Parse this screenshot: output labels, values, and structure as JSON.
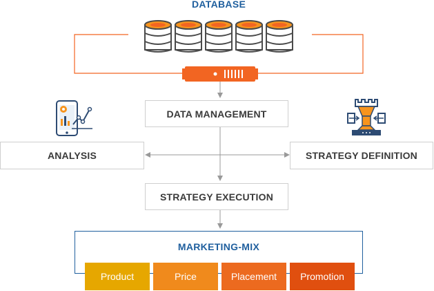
{
  "database": {
    "title": "DATABASE"
  },
  "boxes": {
    "data_management": "DATA MANAGEMENT",
    "analysis": "ANALYSIS",
    "strategy_definition": "STRATEGY DEFINITION",
    "strategy_execution": "STRATEGY EXECUTION"
  },
  "marketing_mix": {
    "title": "MARKETING-MIX",
    "items": [
      {
        "label": "Product",
        "color": "#e6a700"
      },
      {
        "label": "Price",
        "color": "#f08a1c"
      },
      {
        "label": "Placement",
        "color": "#ec6a1f"
      },
      {
        "label": "Promotion",
        "color": "#e04f0f"
      }
    ]
  },
  "colors": {
    "orange": "#f26522",
    "blue": "#1f5f9e",
    "connector": "#999999"
  },
  "icons": [
    "database-disk-icon",
    "server-bar-icon",
    "mobile-analytics-icon",
    "chess-rook-strategy-icon"
  ]
}
